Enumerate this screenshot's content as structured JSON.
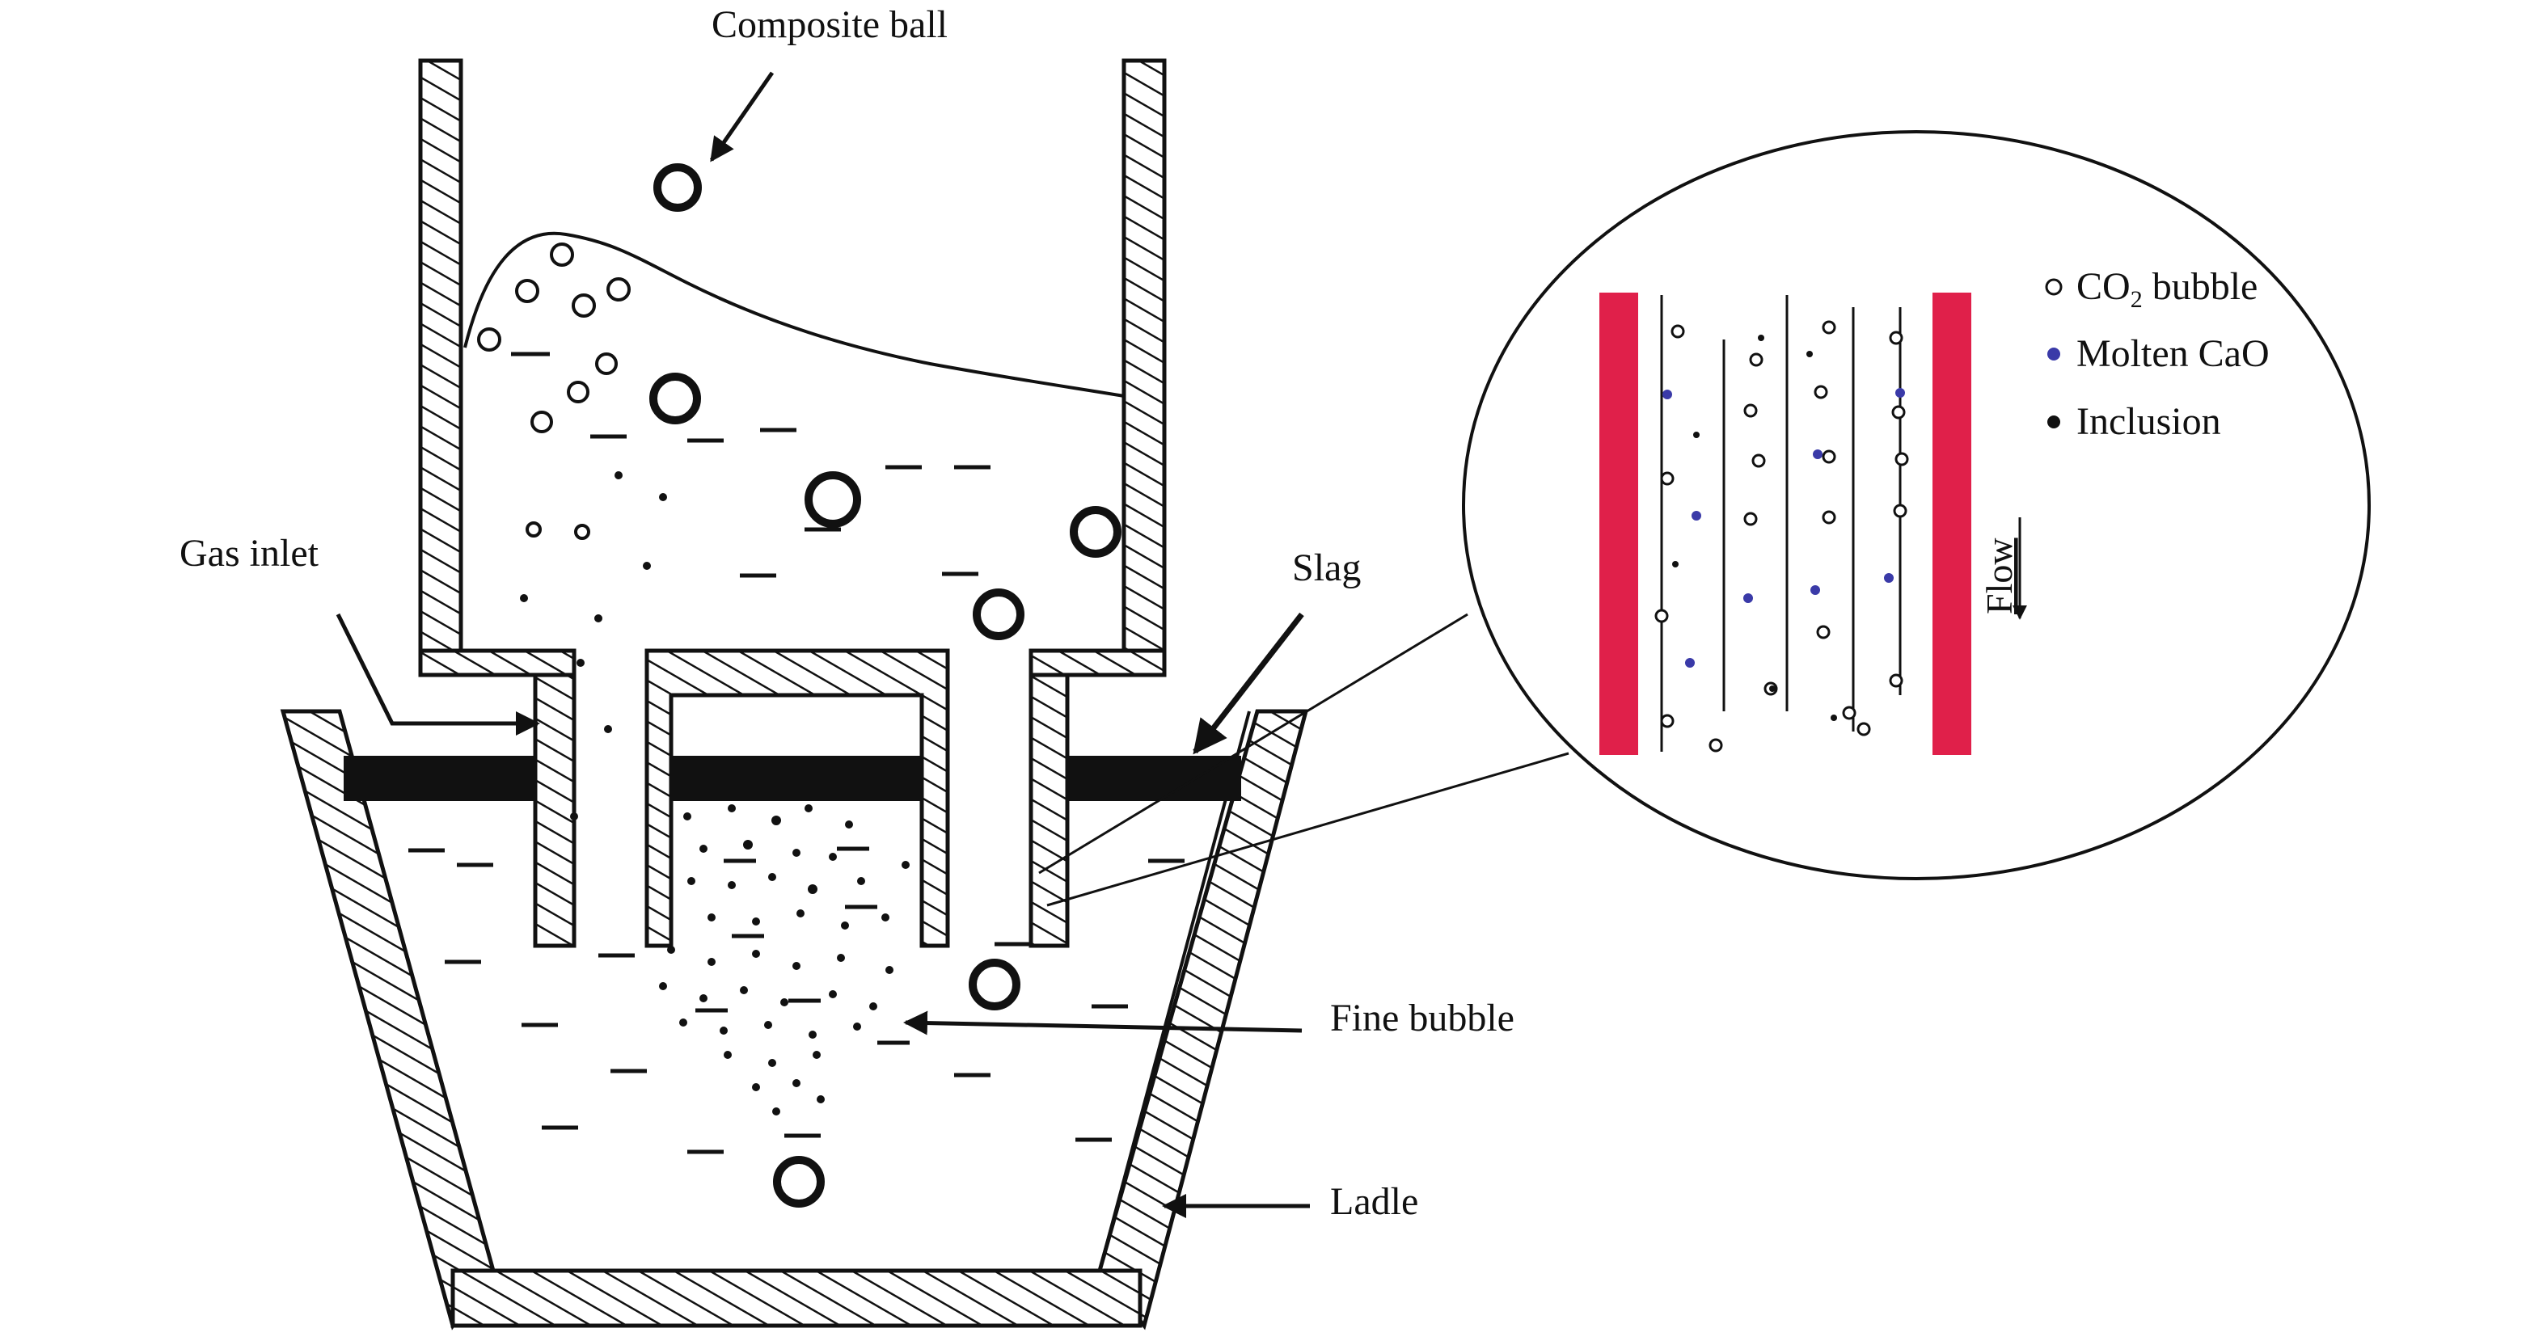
{
  "labels": {
    "composite_ball": "Composite ball",
    "gas_inlet": "Gas inlet",
    "slag": "Slag",
    "fine_bubble": "Fine bubble",
    "ladle": "Ladle"
  },
  "legend": {
    "co2_prefix": "CO",
    "co2_sub": "2",
    "co2_suffix": " bubble",
    "molten_cao": "Molten CaO",
    "inclusion": "Inclusion"
  },
  "flow_label": "Flow",
  "colors": {
    "line": "#111111",
    "snorkel_wall": "#e0204a",
    "molten_cao": "#3a3aa8",
    "background": "#ffffff"
  }
}
